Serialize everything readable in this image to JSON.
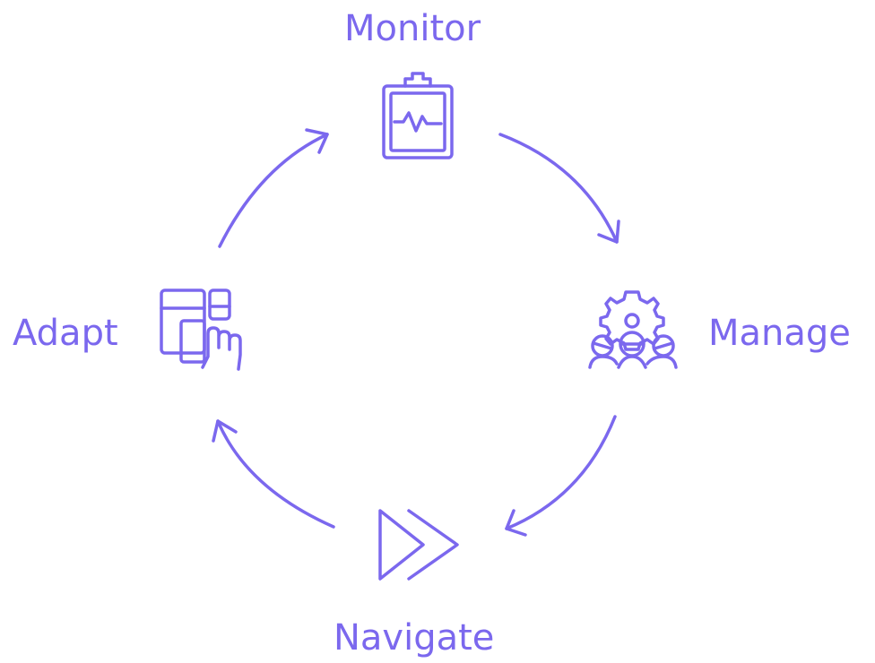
{
  "colors": {
    "accent": "#7b68ee",
    "background": "#ffffff"
  },
  "cycle": {
    "steps": [
      {
        "label": "Monitor",
        "icon": "clipboard-chart-icon"
      },
      {
        "label": "Manage",
        "icon": "team-gear-icon"
      },
      {
        "label": "Navigate",
        "icon": "fast-forward-icon"
      },
      {
        "label": "Adapt",
        "icon": "responsive-devices-touch-icon"
      }
    ]
  }
}
